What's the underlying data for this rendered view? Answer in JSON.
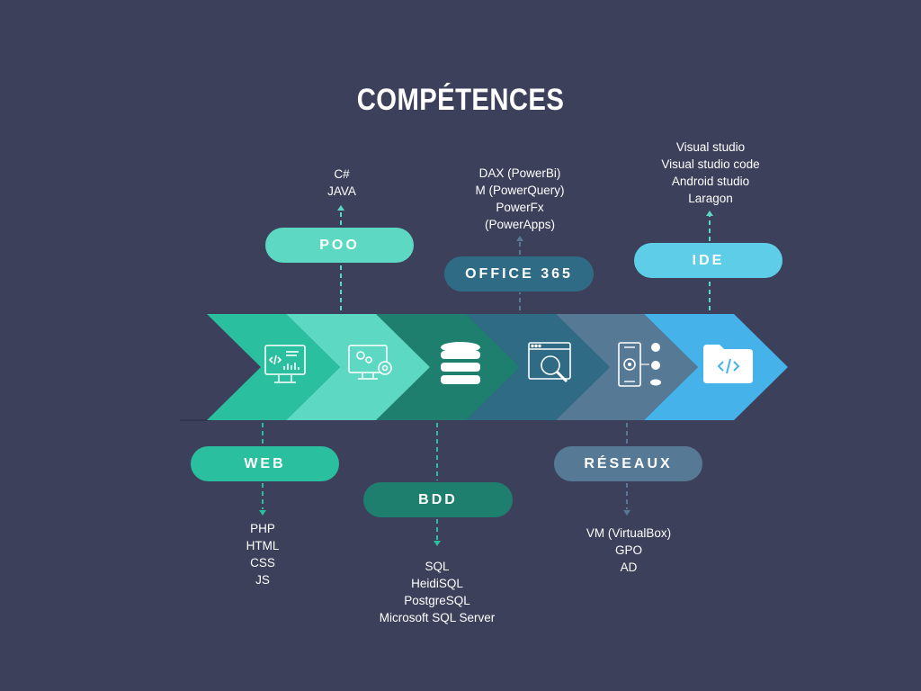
{
  "title": "COMPÉTENCES",
  "colors": {
    "background": "#3d405b",
    "web": "#2abf9f",
    "poo": "#5dd8c2",
    "bdd": "#1f7f6e",
    "office": "#2f6b85",
    "reseaux": "#567a95",
    "ide": "#45b3ea"
  },
  "categories": {
    "poo": {
      "label": "POO",
      "items": [
        "C#",
        "JAVA"
      ]
    },
    "office": {
      "label": "OFFICE 365",
      "items": [
        "DAX (PowerBi)",
        "M (PowerQuery)",
        "PowerFx",
        "(PowerApps)"
      ]
    },
    "ide": {
      "label": "IDE",
      "items": [
        "Visual studio",
        "Visual studio code",
        "Android studio",
        "Laragon"
      ]
    },
    "web": {
      "label": "WEB",
      "items": [
        "PHP",
        "HTML",
        "CSS",
        "JS"
      ]
    },
    "bdd": {
      "label": "BDD",
      "items": [
        "SQL",
        "HeidiSQL",
        "PostgreSQL",
        "Microsoft SQL Server"
      ]
    },
    "reseaux": {
      "label": "RÉSEAUX",
      "items": [
        "VM (VirtualBox)",
        "GPO",
        "AD"
      ]
    }
  },
  "icons": [
    "code-monitor-icon",
    "settings-monitor-icon",
    "database-icon",
    "search-window-icon",
    "network-settings-icon",
    "code-folder-icon"
  ]
}
